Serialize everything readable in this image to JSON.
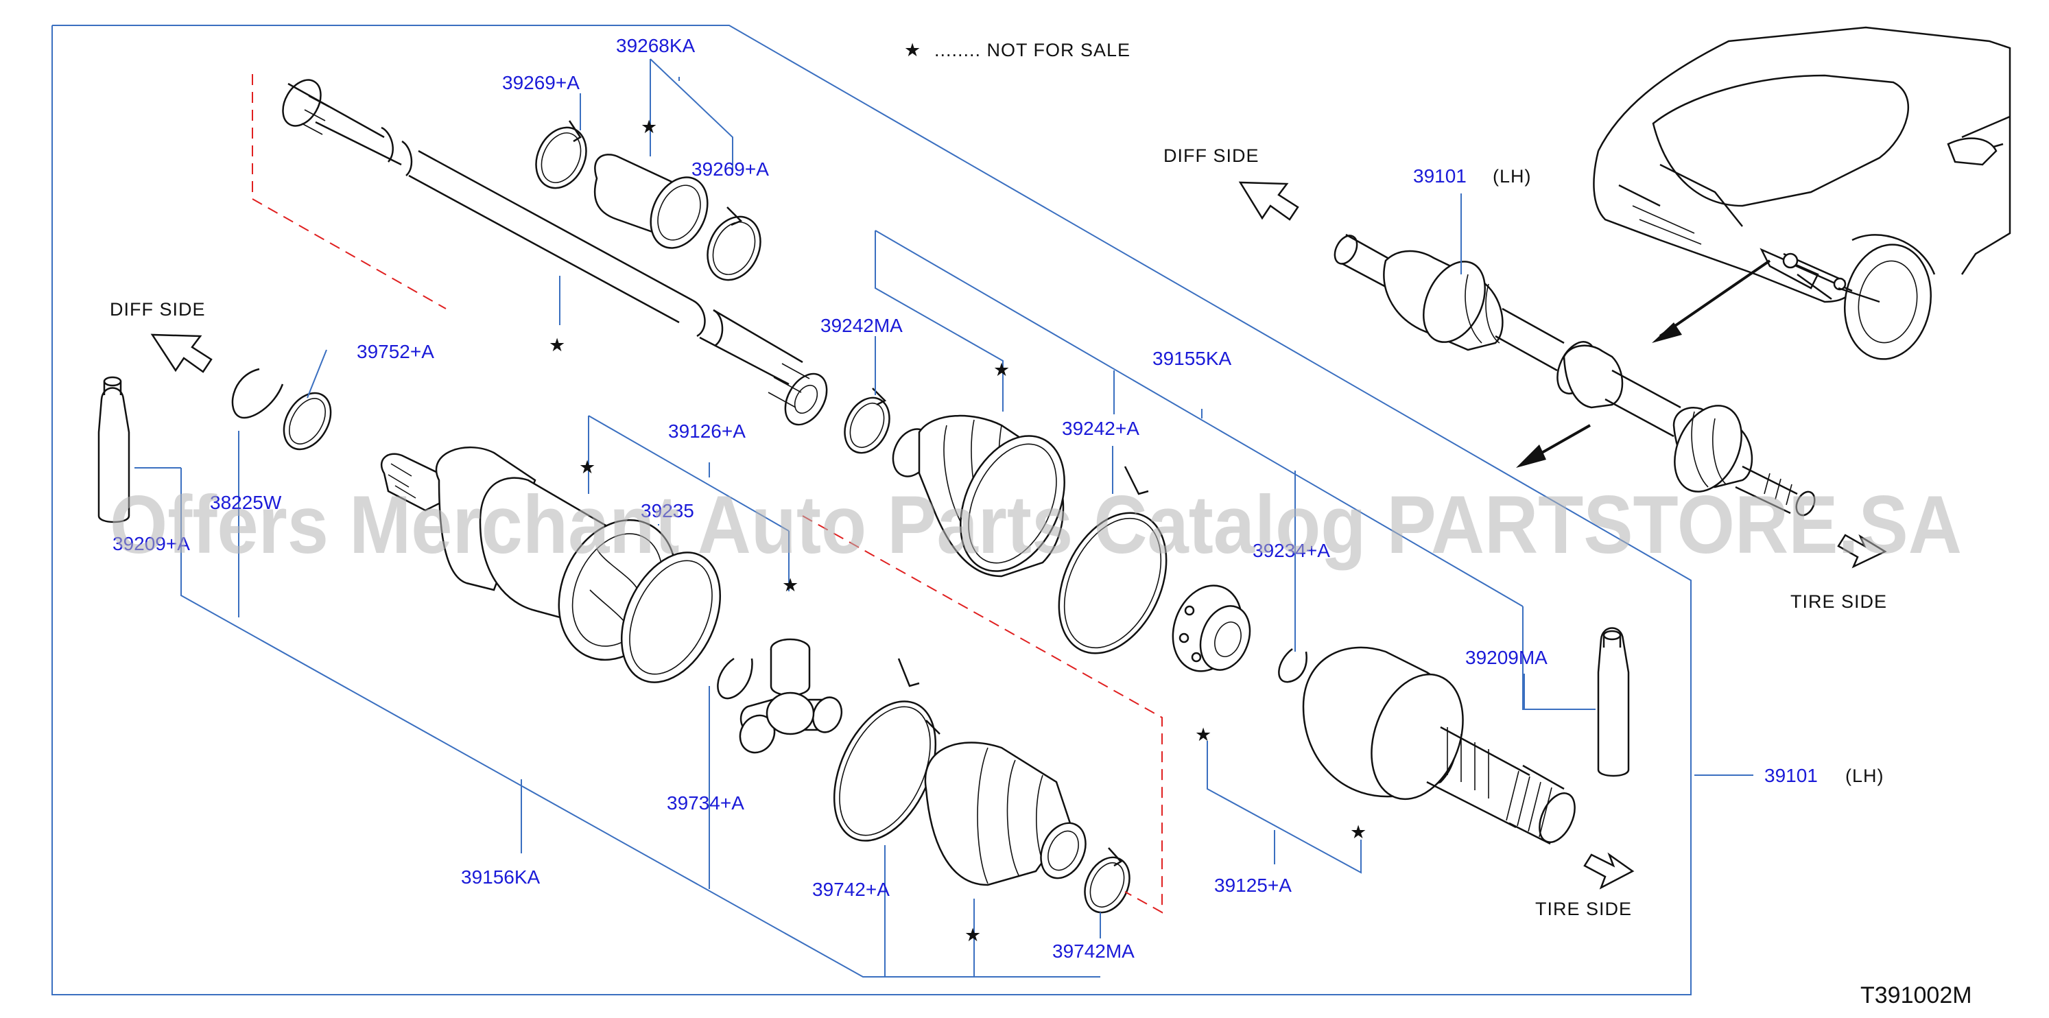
{
  "legend": {
    "star": "★",
    "text": "........ NOT FOR SALE"
  },
  "direction_labels": {
    "diff_side": "DIFF SIDE",
    "tire_side": "TIRE SIDE"
  },
  "parts": {
    "p39268KA": "39268KA",
    "p39269A_top": "39269+A",
    "p39269A_right": "39269+A",
    "p39752A": "39752+A",
    "p38225W": "38225W",
    "p39209A": "39209+A",
    "p39242MA": "39242MA",
    "p39126A": "39126+A",
    "p39235": "39235",
    "p39155KA": "39155KA",
    "p39242A": "39242+A",
    "p39234A": "39234+A",
    "p39209MA": "39209MA",
    "p39101_top": "39101",
    "p39101_right": "39101",
    "p39734A": "39734+A",
    "p39742A": "39742+A",
    "p39742MA": "39742MA",
    "p39156KA": "39156KA",
    "p39125A": "39125+A"
  },
  "side_note": "(LH)",
  "diagram_code": "T391002M",
  "watermark": "Offers Merchant Auto Parts Catalog PARTSTORE.SA",
  "colors": {
    "part_number": "#1a1ad8",
    "leader": "#3a6fc0",
    "dashed": "#e02020",
    "line": "#111111"
  }
}
